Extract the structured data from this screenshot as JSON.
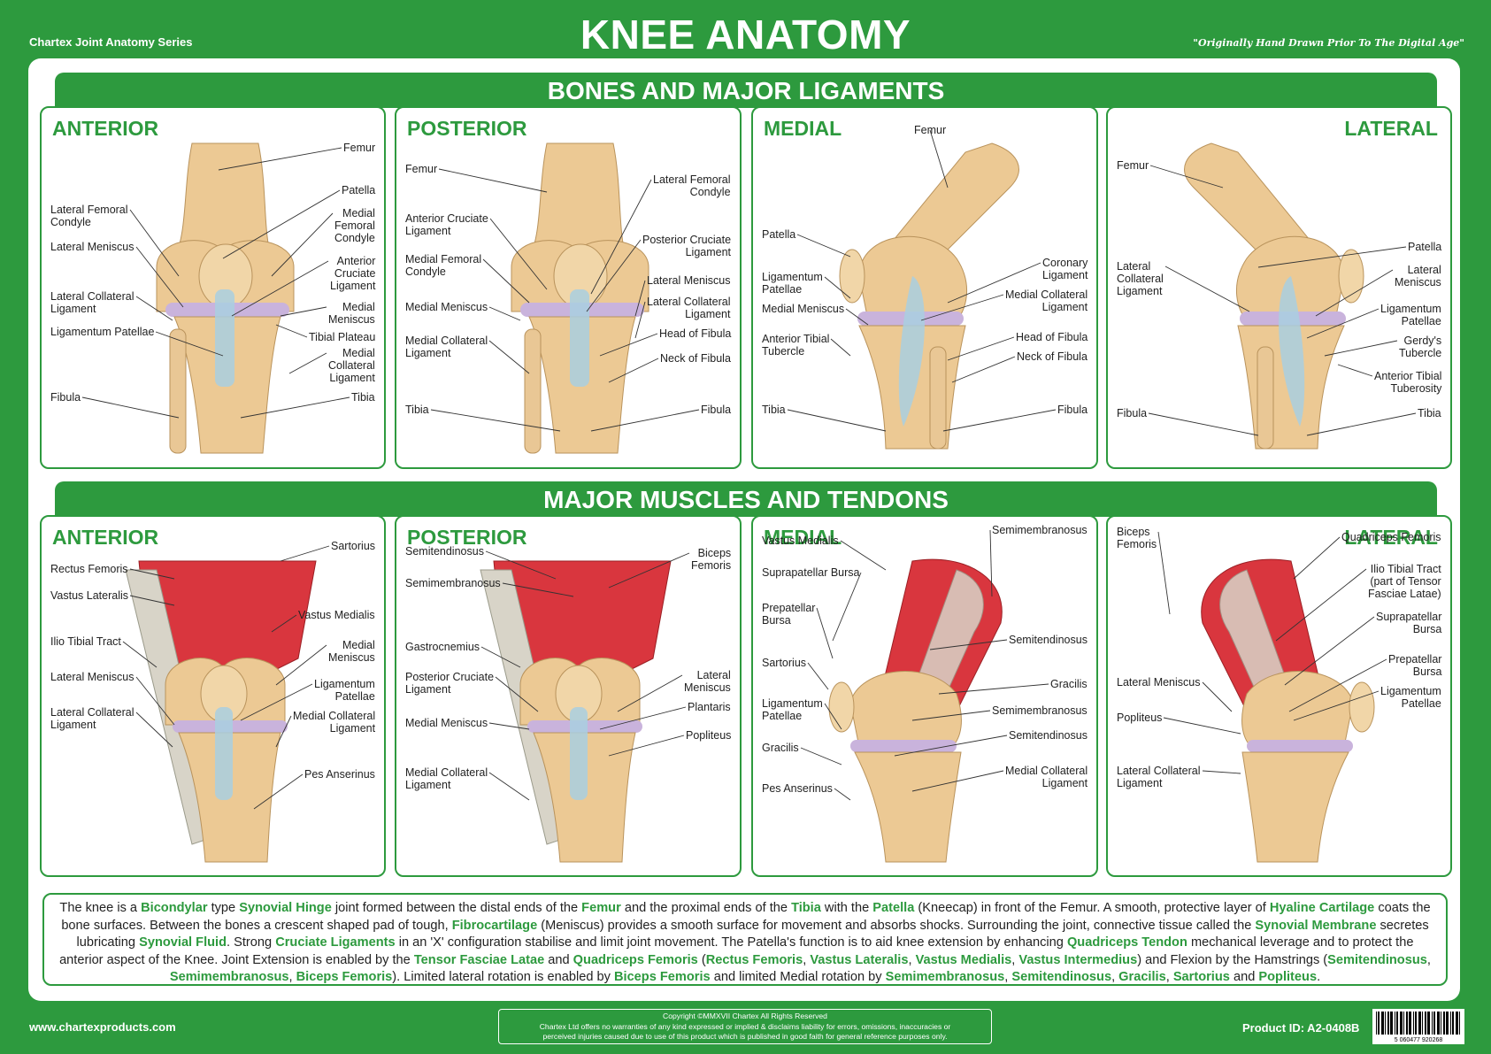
{
  "header": {
    "series": "Chartex Joint Anatomy Series",
    "title": "KNEE ANATOMY",
    "quote": "\"Originally Hand Drawn Prior To The Digital Age\""
  },
  "sections": {
    "bones": "BONES AND MAJOR LIGAMENTS",
    "muscles": "MAJOR MUSCLES AND TENDONS"
  },
  "panels": {
    "bones_anterior": {
      "title": "ANTERIOR",
      "labels": [
        "Femur",
        "Patella",
        "Lateral Femoral\nCondyle",
        "Medial\nFemoral\nCondyle",
        "Lateral Meniscus",
        "Anterior\nCruciate\nLigament",
        "Lateral Collateral\nLigament",
        "Medial\nMeniscus",
        "Ligamentum Patellae",
        "Tibial Plateau",
        "Medial\nCollateral\nLigament",
        "Fibula",
        "Tibia"
      ]
    },
    "bones_posterior": {
      "title": "POSTERIOR",
      "labels": [
        "Femur",
        "Lateral Femoral\nCondyle",
        "Anterior Cruciate\nLigament",
        "Posterior Cruciate\nLigament",
        "Medial Femoral\nCondyle",
        "Lateral Meniscus",
        "Medial Meniscus",
        "Lateral Collateral\nLigament",
        "Head of Fibula",
        "Medial Collateral\nLigament",
        "Neck of Fibula",
        "Tibia",
        "Fibula"
      ]
    },
    "bones_medial": {
      "title": "MEDIAL",
      "labels": [
        "Femur",
        "Patella",
        "Coronary\nLigament",
        "Ligamentum\nPatellae",
        "Medial Collateral\nLigament",
        "Medial Meniscus",
        "Anterior Tibial\nTubercle",
        "Head of Fibula",
        "Neck of Fibula",
        "Tibia",
        "Fibula"
      ]
    },
    "bones_lateral": {
      "title": "LATERAL",
      "labels": [
        "Femur",
        "Patella",
        "Lateral\nCollateral\nLigament",
        "Lateral\nMeniscus",
        "Ligamentum\nPatellae",
        "Gerdy's\nTubercle",
        "Anterior Tibial\nTuberosity",
        "Fibula",
        "Tibia"
      ]
    },
    "muscles_anterior": {
      "title": "ANTERIOR",
      "labels": [
        "Sartorius",
        "Rectus Femoris",
        "Vastus Lateralis",
        "Vastus Medialis",
        "Ilio Tibial Tract",
        "Medial\nMeniscus",
        "Lateral Meniscus",
        "Ligamentum\nPatellae",
        "Lateral Collateral\nLigament",
        "Medial Collateral\nLigament",
        "Pes Anserinus"
      ]
    },
    "muscles_posterior": {
      "title": "POSTERIOR",
      "labels": [
        "Semitendinosus",
        "Biceps\nFemoris",
        "Semimembranosus",
        "Gastrocnemius",
        "Posterior Cruciate\nLigament",
        "Lateral\nMeniscus",
        "Plantaris",
        "Medial Meniscus",
        "Popliteus",
        "Medial Collateral\nLigament"
      ]
    },
    "muscles_medial": {
      "title": "MEDIAL",
      "labels": [
        "Semimembranosus",
        "Vastus Medialis",
        "Suprapatellar Bursa",
        "Prepatellar\nBursa",
        "Semitendinosus",
        "Sartorius",
        "Gracilis",
        "Ligamentum\nPatellae",
        "Semimembranosus",
        "Semitendinosus",
        "Gracilis",
        "Medial Collateral\nLigament",
        "Pes Anserinus"
      ]
    },
    "muscles_lateral": {
      "title": "LATERAL",
      "labels": [
        "Biceps\nFemoris",
        "Quadriceps Femoris",
        "Ilio Tibial Tract\n(part of Tensor\nFasciae Latae)",
        "Suprapatellar\nBursa",
        "Prepatellar\nBursa",
        "Lateral Meniscus",
        "Ligamentum\nPatellae",
        "Popliteus",
        "Lateral Collateral\nLigament"
      ]
    }
  },
  "description": [
    {
      "t": "The knee is a "
    },
    {
      "t": "Bicondylar",
      "h": true
    },
    {
      "t": " type "
    },
    {
      "t": "Synovial Hinge",
      "h": true
    },
    {
      "t": " joint formed between the distal ends of the "
    },
    {
      "t": "Femur",
      "h": true
    },
    {
      "t": " and the proximal ends of the "
    },
    {
      "t": "Tibia",
      "h": true
    },
    {
      "t": " with the "
    },
    {
      "t": "Patella",
      "h": true
    },
    {
      "t": " (Kneecap) in front of the Femur. A smooth, protective layer of "
    },
    {
      "t": "Hyaline Cartilage",
      "h": true
    },
    {
      "t": " coats the bone surfaces. Between the bones a crescent shaped pad of tough, "
    },
    {
      "t": "Fibrocartilage",
      "h": true
    },
    {
      "t": " (Meniscus) provides a smooth surface for movement and absorbs shocks. Surrounding the joint, connective tissue called the "
    },
    {
      "t": "Synovial Membrane",
      "h": true
    },
    {
      "t": " secretes lubricating "
    },
    {
      "t": "Synovial Fluid",
      "h": true
    },
    {
      "t": ". Strong "
    },
    {
      "t": "Cruciate Ligaments",
      "h": true
    },
    {
      "t": " in an 'X' configuration stabilise  and limit joint movement. The Patella's function is to aid knee extension by enhancing "
    },
    {
      "t": "Quadriceps Tendon",
      "h": true
    },
    {
      "t": " mechanical leverage and to protect the anterior aspect of the Knee. Joint Extension is enabled by the "
    },
    {
      "t": "Tensor Fasciae Latae",
      "h": true
    },
    {
      "t": " and "
    },
    {
      "t": "Quadriceps Femoris",
      "h": true
    },
    {
      "t": " ("
    },
    {
      "t": "Rectus Femoris",
      "h": true
    },
    {
      "t": ", "
    },
    {
      "t": "Vastus Lateralis",
      "h": true
    },
    {
      "t": ", "
    },
    {
      "t": "Vastus Medialis",
      "h": true
    },
    {
      "t": ", "
    },
    {
      "t": "Vastus Intermedius",
      "h": true
    },
    {
      "t": ") and Flexion by the Hamstrings ("
    },
    {
      "t": "Semitendinosus",
      "h": true
    },
    {
      "t": ", "
    },
    {
      "t": "Semimembranosus",
      "h": true
    },
    {
      "t": ", "
    },
    {
      "t": "Biceps Femoris",
      "h": true
    },
    {
      "t": "). Limited lateral rotation is enabled by "
    },
    {
      "t": "Biceps Femoris",
      "h": true
    },
    {
      "t": " and limited Medial rotation by "
    },
    {
      "t": "Semimembranosus",
      "h": true
    },
    {
      "t": ", "
    },
    {
      "t": "Semitendinosus",
      "h": true
    },
    {
      "t": ", "
    },
    {
      "t": "Gracilis",
      "h": true
    },
    {
      "t": ", "
    },
    {
      "t": "Sartorius",
      "h": true
    },
    {
      "t": " and "
    },
    {
      "t": "Popliteus",
      "h": true
    },
    {
      "t": "."
    }
  ],
  "footer": {
    "url": "www.chartexproducts.com",
    "copyright_1": "Copyright ©MMXVII Chartex All Rights Reserved",
    "copyright_2": "Chartex Ltd offers no warranties of any kind expressed or implied & disclaims liability for errors, omissions, inaccuracies or",
    "copyright_3": "perceived injuries caused due to use of this product which is published in good faith for general reference purposes only.",
    "product_id": "Product ID: A2-0408B",
    "barcode_number": "5 060477 920268"
  },
  "colors": {
    "brand_green": "#2d9a3e",
    "bone": "#ecc994",
    "muscle": "#d9363e",
    "ligament": "#a9cfe0",
    "meniscus": "#c9b3dc"
  }
}
